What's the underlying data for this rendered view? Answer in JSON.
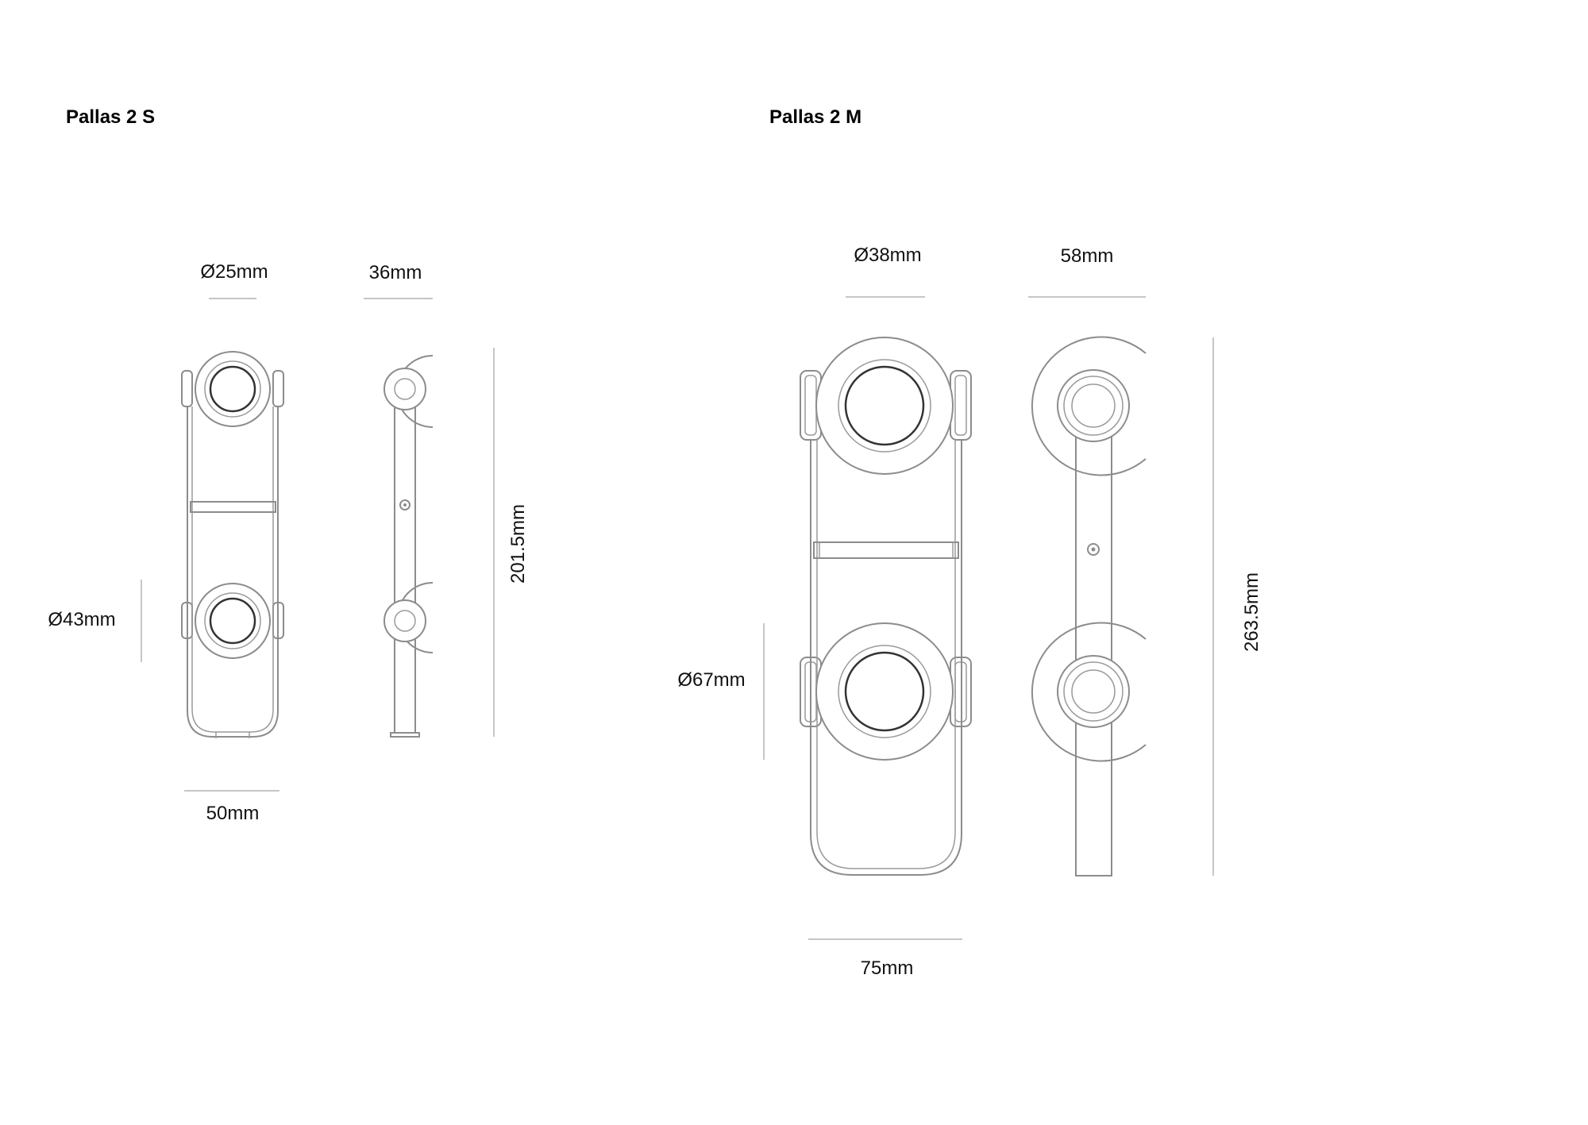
{
  "products": [
    {
      "title": "Pallas 2 S",
      "dimensions": {
        "lens_diameter": "Ø25mm",
        "depth": "36mm",
        "height": "201.5mm",
        "head_diameter": "Ø43mm",
        "width": "50mm"
      }
    },
    {
      "title": "Pallas 2 M",
      "dimensions": {
        "lens_diameter": "Ø38mm",
        "depth": "58mm",
        "height": "263.5mm",
        "head_diameter": "Ø67mm",
        "width": "75mm"
      }
    }
  ],
  "colors": {
    "outline": "#8c8c8c",
    "lens_ring": "#333333",
    "dimension_line": "#b4b4b4",
    "text": "#111111"
  }
}
